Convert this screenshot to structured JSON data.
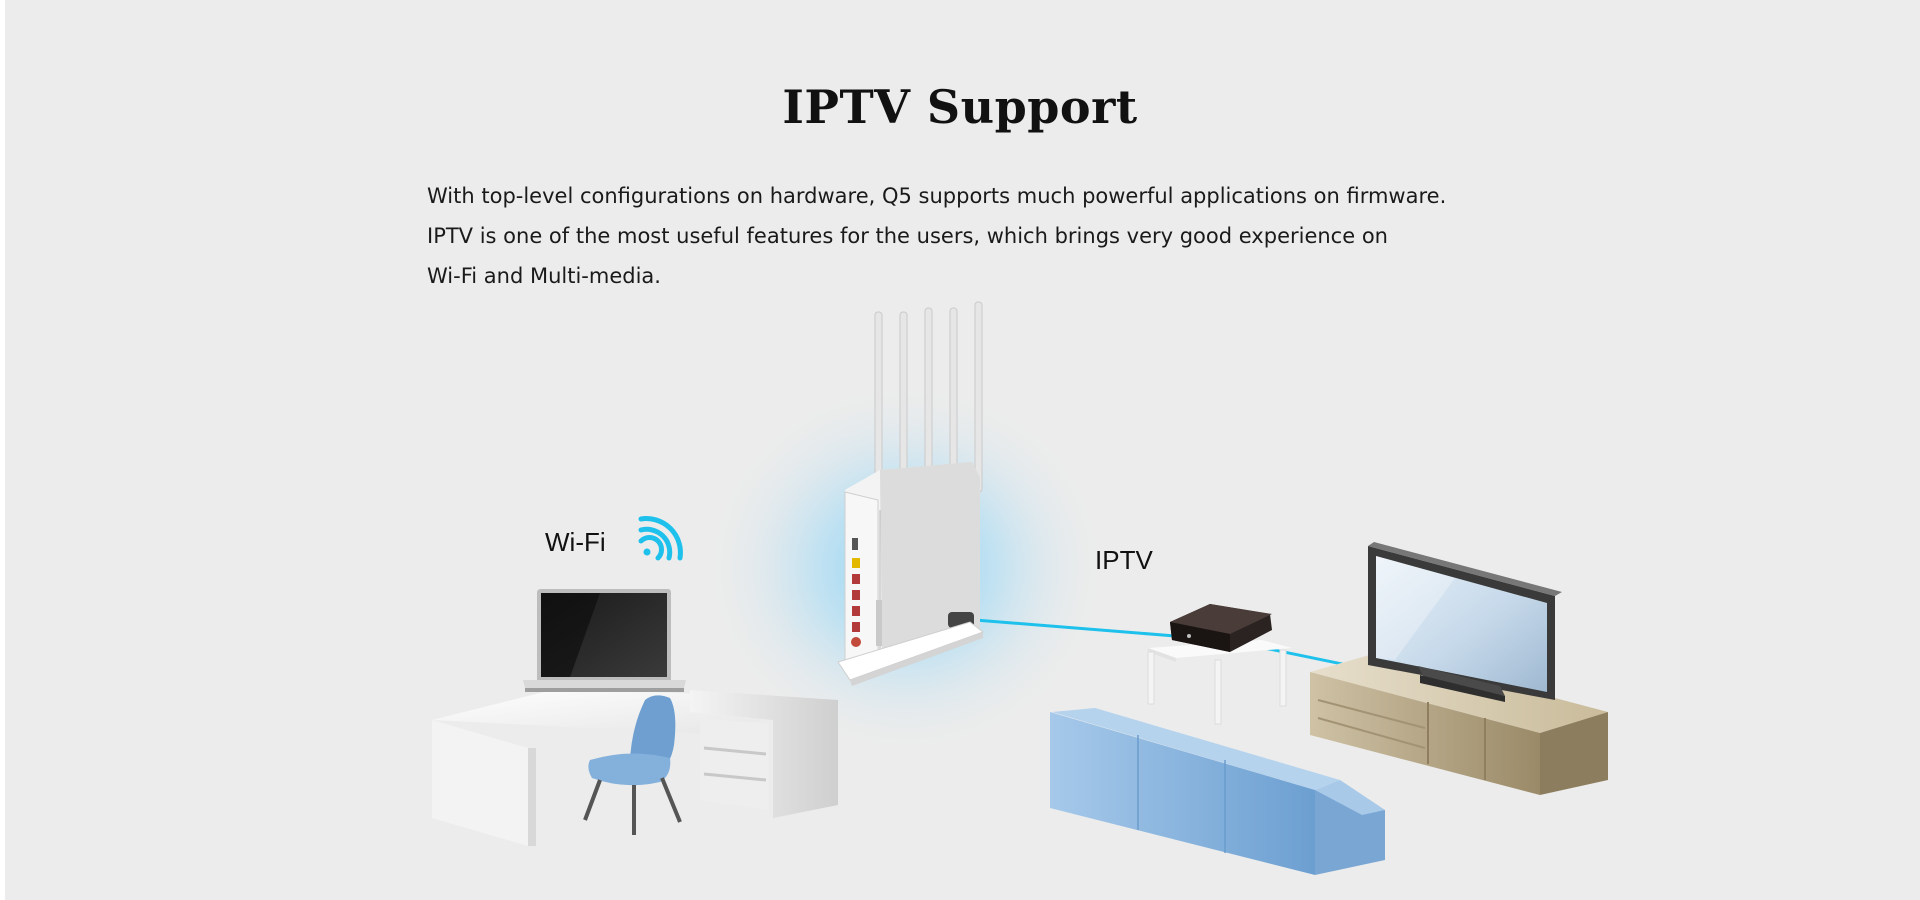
{
  "page": {
    "title": "IPTV Support",
    "description_lines": [
      "With top-level configurations on hardware, Q5 supports much powerful applications on firmware.",
      "IPTV is one of the most useful features for the users, which brings very good experience on",
      "Wi-Fi and Multi-media."
    ]
  },
  "diagram": {
    "wifi_label": "Wi-Fi",
    "iptv_label": "IPTV",
    "wifi_icon": "wifi-icon",
    "accent_color": "#1ec0ec",
    "glow_color": "#9fd9f5",
    "sofa_color": "#7fb2de",
    "cabinet_color": "#b3a27f"
  }
}
